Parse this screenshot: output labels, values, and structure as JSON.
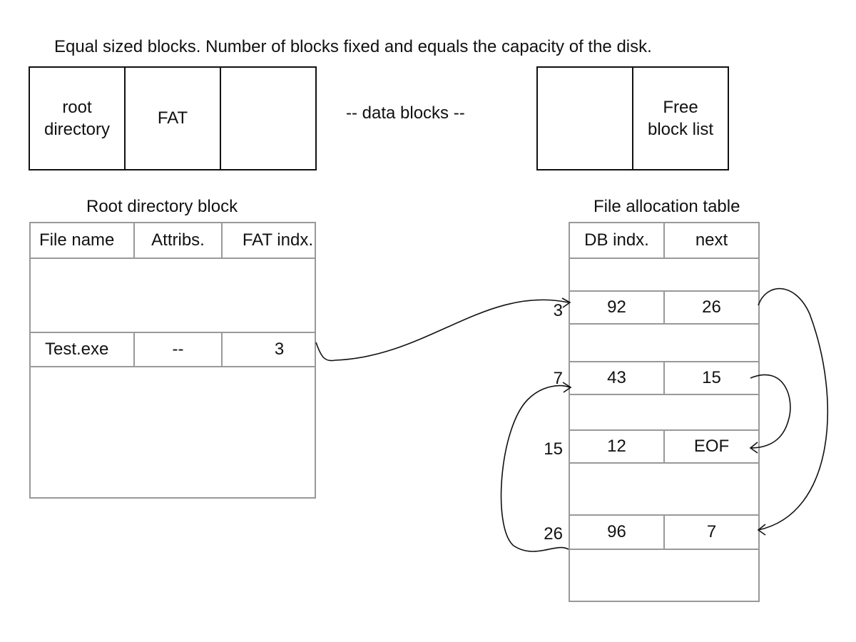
{
  "caption": "Equal sized blocks. Number of blocks fixed and equals the capacity of the disk.",
  "disk_blocks": {
    "root_directory": "root directory",
    "fat": "FAT",
    "data_blocks": "-- data blocks --",
    "free_block_list": "Free block list"
  },
  "root_directory_block": {
    "title": "Root directory block",
    "columns": [
      "File name",
      "Attribs.",
      "FAT indx."
    ],
    "entry": {
      "file_name": "Test.exe",
      "attribs": "--",
      "fat_index": "3"
    }
  },
  "file_allocation_table": {
    "title": "File allocation table",
    "columns": [
      "DB indx.",
      "next"
    ],
    "rows": [
      {
        "index": "3",
        "db_index": "92",
        "next": "26"
      },
      {
        "index": "7",
        "db_index": "43",
        "next": "15"
      },
      {
        "index": "15",
        "db_index": "12",
        "next": "EOF"
      },
      {
        "index": "26",
        "db_index": "96",
        "next": "7"
      }
    ]
  }
}
